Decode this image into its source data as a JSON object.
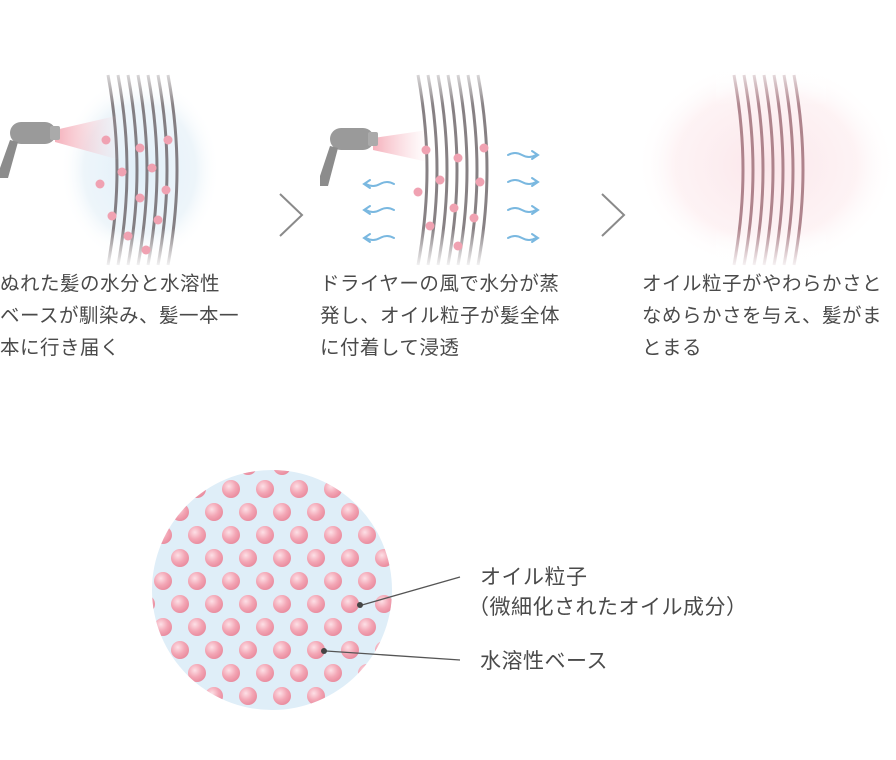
{
  "steps": [
    {
      "lines": [
        "ぬれた髪の水分と水溶性",
        "ベースが馴染み、髪一本一",
        "本に行き届く"
      ],
      "icons": [
        "hair-dryer-icon",
        "hair-strands-icon",
        "oil-particles"
      ]
    },
    {
      "lines": [
        "ドライヤーの風で水分が蒸",
        "発し、オイル粒子が髪全体",
        "に付着して浸透"
      ],
      "icons": [
        "hair-dryer-icon",
        "hair-strands-icon",
        "evaporation-arrows"
      ]
    },
    {
      "lines": [
        "オイル粒子がやわらかさと",
        "なめらかさを与え、髪がま",
        "とまる"
      ],
      "icons": [
        "hair-strands-icon"
      ]
    }
  ],
  "detail": {
    "oil_label": "オイル粒子",
    "oil_sublabel": "（微細化されたオイル成分）",
    "base_label": "水溶性ベース"
  },
  "colors": {
    "particle": "#f2a0b0",
    "base": "#dfeef8",
    "hair": "#6a6266",
    "hair_pink": "#b87a86",
    "arrow": "#7ab8e0",
    "dryer": "#8a8a8a",
    "beam": "#f4a8b4"
  }
}
